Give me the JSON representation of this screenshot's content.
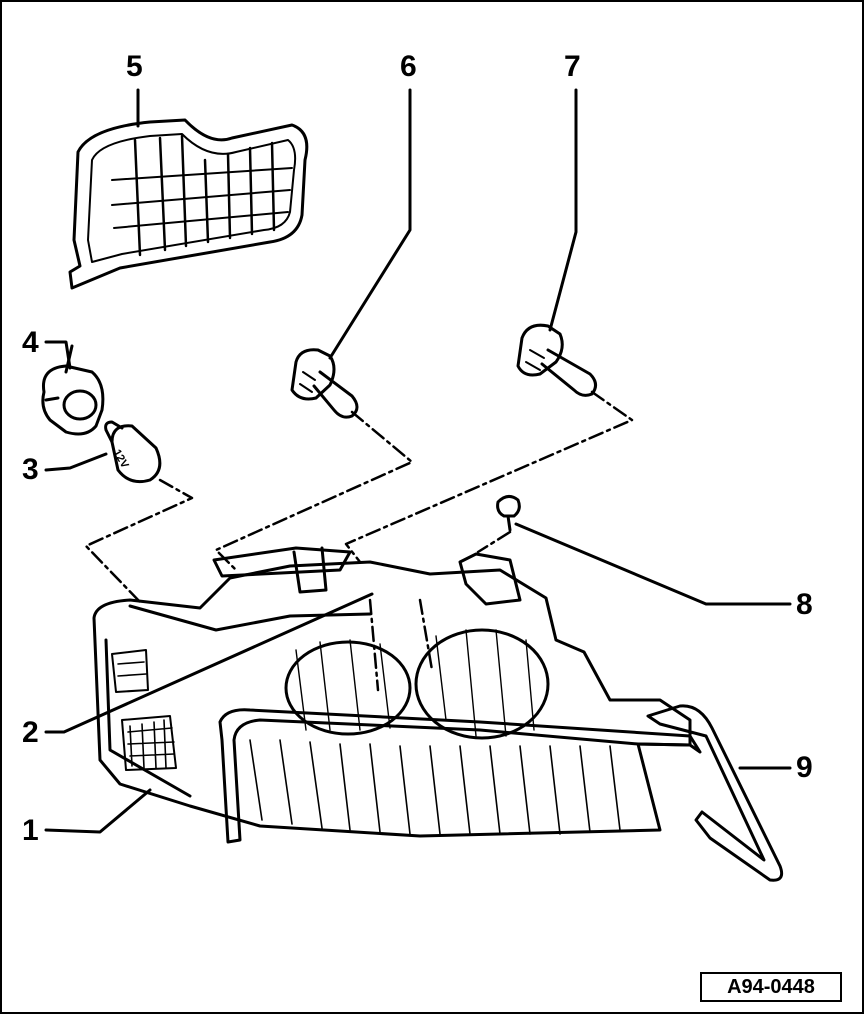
{
  "callouts": {
    "c1": "1",
    "c2": "2",
    "c3": "3",
    "c4": "4",
    "c5": "5",
    "c6": "6",
    "c7": "7",
    "c8": "8",
    "c9": "9"
  },
  "bulb_marking": "12V",
  "reference_code": "A94-0448"
}
